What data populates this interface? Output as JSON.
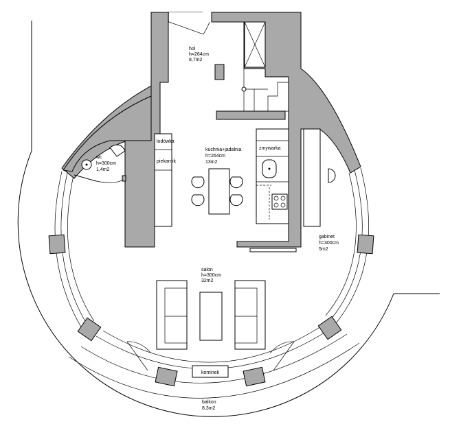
{
  "rooms": {
    "hol": {
      "name": "hol",
      "height": "h=264cm",
      "area": "8,7m2"
    },
    "kuchnia": {
      "name": "kuchnia+jadalnia",
      "height": "h=264cm",
      "area": "13m2"
    },
    "wc": {
      "name": "wc",
      "height": "h=300cm",
      "area": "1,4m2"
    },
    "gabinet": {
      "name": "gabinet",
      "height": "h=300cm",
      "area": "5m2"
    },
    "salon": {
      "name": "salon",
      "height": "h=300cm",
      "area": "32m2"
    },
    "balkon": {
      "name": "balkon",
      "area": "8,3m2"
    }
  },
  "fixtures": {
    "lodowka": "lodówka",
    "piekarnik": "piekarnik",
    "zmywarka": "zmywarka",
    "kominek": "kominek"
  },
  "colors": {
    "wall": "#a9a9a9",
    "line": "#000000",
    "background": "#ffffff"
  }
}
